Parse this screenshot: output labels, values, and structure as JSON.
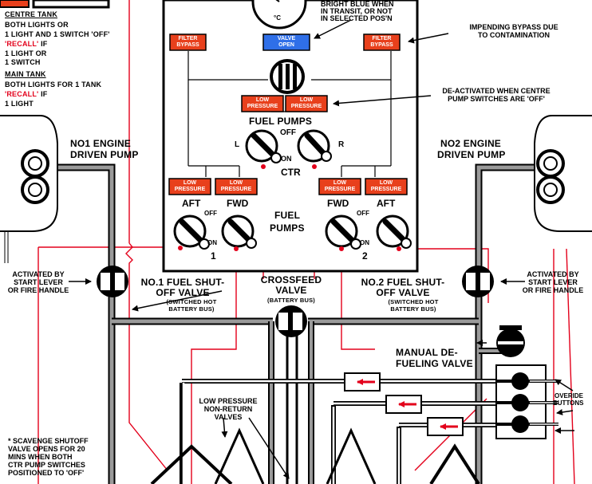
{
  "left_notes": {
    "centre_tank_heading": "CENTRE TANK",
    "centre_line1": "BOTH LIGHTS or",
    "centre_line2": "1 LIGHT AND 1 SWITCH 'OFF'",
    "centre_recall": "'RECALL'",
    "centre_if": " IF",
    "centre_line3": "1 LIGHT or",
    "centre_line4": "1 SWITCH",
    "main_tank_heading": "MAIN TANK",
    "main_line1": "BOTH LIGHTS FOR 1 TANK",
    "main_recall": "'RECALL'",
    "main_if": " IF",
    "main_line2": "1 LIGHT"
  },
  "top_annotations": {
    "valve_note_1": "BRIGHT BLUE WHEN",
    "valve_note_2": "IN TRANSIT, OR NOT",
    "valve_note_3": "IN SELECTED POS'N",
    "bypass_note_1": "IMPENDING BYPASS DUE",
    "bypass_note_2": "TO CONTAMINATION",
    "deactivated_1": "DE-ACTIVATED WHEN CENTRE",
    "deactivated_2": "PUMP SWITCHES ARE 'OFF'"
  },
  "gauge_unit": "°C",
  "panel": {
    "filter_bypass_left": [
      "FILTER",
      "BYPASS"
    ],
    "valve_open": [
      "VALVE",
      "OPEN"
    ],
    "filter_bypass_right": [
      "FILTER",
      "BYPASS"
    ],
    "low_pressure_ctr_l": [
      "LOW",
      "PRESSURE"
    ],
    "low_pressure_ctr_r": [
      "LOW",
      "PRESSURE"
    ],
    "fuel_pumps_title": "FUEL PUMPS",
    "ctr_off": "OFF",
    "ctr_on": "ON",
    "ctr_l": "L",
    "ctr_r": "R",
    "ctr": "CTR",
    "lp_aft1": [
      "LOW",
      "PRESSURE"
    ],
    "lp_fwd1": [
      "LOW",
      "PRESSURE"
    ],
    "lp_fwd2": [
      "LOW",
      "PRESSURE"
    ],
    "lp_aft2": [
      "LOW",
      "PRESSURE"
    ],
    "aft1": "AFT",
    "fwd1": "FWD",
    "fwd2": "FWD",
    "aft2": "AFT",
    "off1": "OFF",
    "on1": "ON",
    "off2": "OFF",
    "on2": "ON",
    "num1": "1",
    "num2": "2",
    "fuel": "FUEL",
    "pumps": "PUMPS"
  },
  "engines": {
    "left_1": "No1 ENGINE",
    "left_2": "DRIVEN PUMP",
    "right_1": "No2 ENGINE",
    "right_2": "DRIVEN PUMP"
  },
  "valves": {
    "activated_l_1": "ACTIVATED BY",
    "activated_l_2": "START LEVER",
    "activated_l_3": "OR FIRE HANDLE",
    "activated_r_1": "ACTIVATED BY",
    "activated_r_2": "START LEVER",
    "activated_r_3": "OR FIRE HANDLE",
    "shutoff1_1": "No.1 FUEL SHUT-",
    "shutoff1_2": "OFF VALVE",
    "shutoff1_3": "(SWITCHED HOT",
    "shutoff1_4": "BATTERY BUS)",
    "crossfeed_1": "CROSSFEED",
    "crossfeed_2": "VALVE",
    "crossfeed_3": "(BATTERY BUS)",
    "shutoff2_1": "No.2 FUEL SHUT-",
    "shutoff2_2": "OFF VALVE",
    "shutoff2_3": "(SWITCHED HOT",
    "shutoff2_4": "BATTERY BUS)",
    "defuel_1": "MANUAL DE-",
    "defuel_2": "FUELING VALVE",
    "override_1": "OVERIDE",
    "override_2": "BUTTONS",
    "nonreturn_1": "LOW PRESSURE",
    "nonreturn_2": "NON-RETURN",
    "nonreturn_3": "VALVES",
    "scavenge_1": "* SCAVENGE SHUTOFF",
    "scavenge_2": "VALVE OPENS FOR 20",
    "scavenge_3": "MINS WHEN BOTH",
    "scavenge_4": "CTR PUMP SWITCHES",
    "scavenge_5": "POSITIONED TO 'OFF'"
  },
  "colors": {
    "red_light": "#e8401c",
    "blue_light": "#2f6fe8",
    "pipe_dark": "#111111",
    "pipe_grey": "#9a9a9a",
    "wire_red": "#e3001b"
  }
}
